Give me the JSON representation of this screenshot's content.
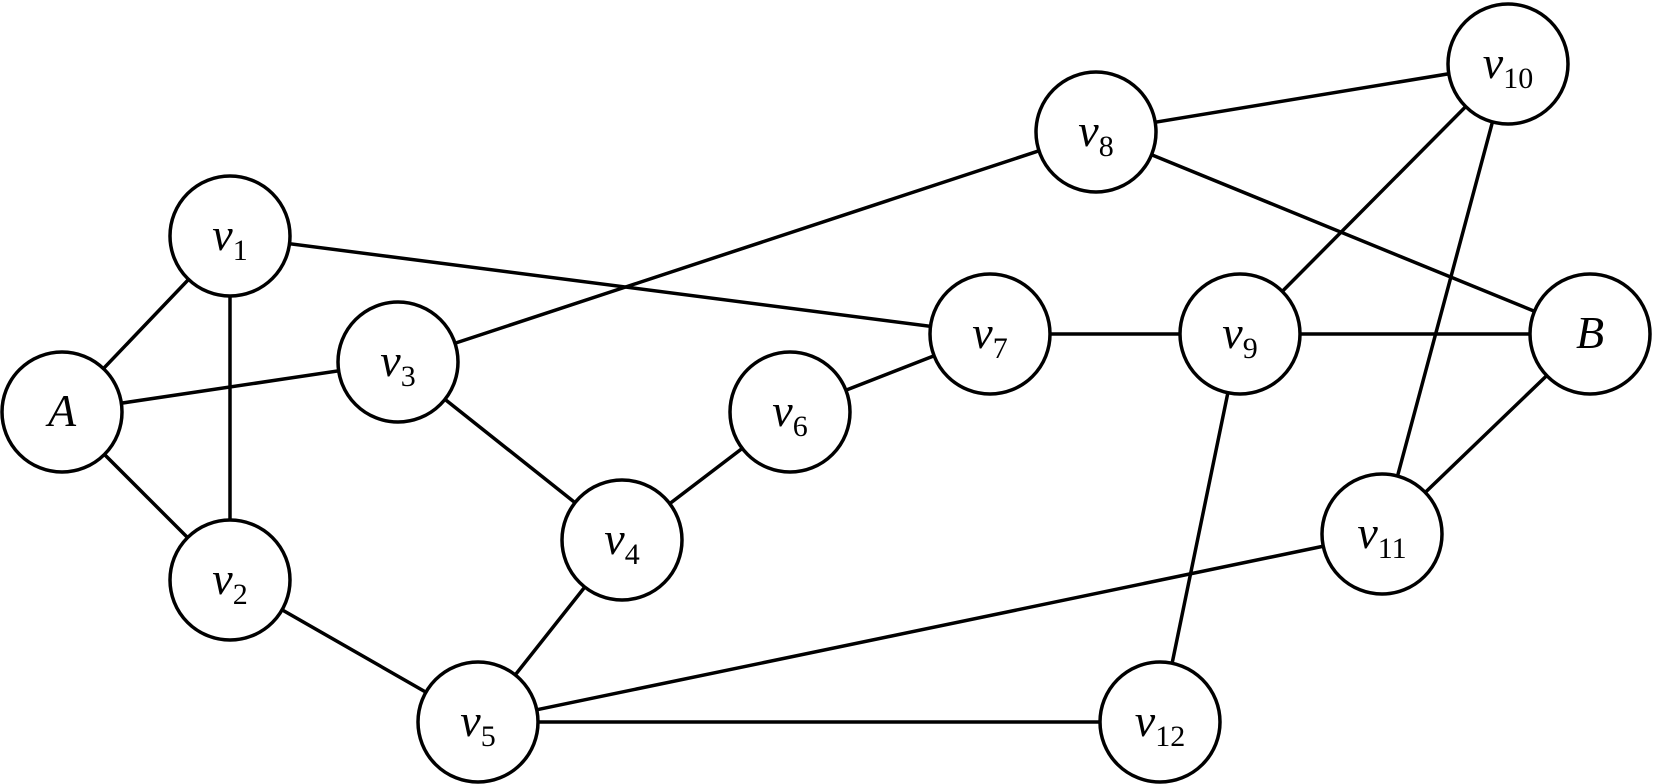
{
  "diagram": {
    "type": "undirected-graph",
    "nodes": [
      {
        "id": "A",
        "label": "A",
        "subscript": ""
      },
      {
        "id": "v1",
        "label": "v",
        "subscript": "1"
      },
      {
        "id": "v2",
        "label": "v",
        "subscript": "2"
      },
      {
        "id": "v3",
        "label": "v",
        "subscript": "3"
      },
      {
        "id": "v4",
        "label": "v",
        "subscript": "4"
      },
      {
        "id": "v5",
        "label": "v",
        "subscript": "5"
      },
      {
        "id": "v6",
        "label": "v",
        "subscript": "6"
      },
      {
        "id": "v7",
        "label": "v",
        "subscript": "7"
      },
      {
        "id": "v8",
        "label": "v",
        "subscript": "8"
      },
      {
        "id": "v9",
        "label": "v",
        "subscript": "9"
      },
      {
        "id": "v10",
        "label": "v",
        "subscript": "10"
      },
      {
        "id": "v11",
        "label": "v",
        "subscript": "11"
      },
      {
        "id": "v12",
        "label": "v",
        "subscript": "12"
      },
      {
        "id": "B",
        "label": "B",
        "subscript": ""
      }
    ],
    "edges": [
      [
        "A",
        "v1"
      ],
      [
        "A",
        "v2"
      ],
      [
        "A",
        "v3"
      ],
      [
        "v1",
        "v2"
      ],
      [
        "v1",
        "v7"
      ],
      [
        "v2",
        "v5"
      ],
      [
        "v3",
        "v4"
      ],
      [
        "v3",
        "v8"
      ],
      [
        "v4",
        "v5"
      ],
      [
        "v4",
        "v6"
      ],
      [
        "v6",
        "v7"
      ],
      [
        "v7",
        "v9"
      ],
      [
        "v5",
        "v11"
      ],
      [
        "v5",
        "v12"
      ],
      [
        "v8",
        "v10"
      ],
      [
        "v8",
        "B"
      ],
      [
        "v9",
        "v10"
      ],
      [
        "v9",
        "v12"
      ],
      [
        "v9",
        "B"
      ],
      [
        "v10",
        "v11"
      ],
      [
        "v11",
        "B"
      ]
    ]
  }
}
